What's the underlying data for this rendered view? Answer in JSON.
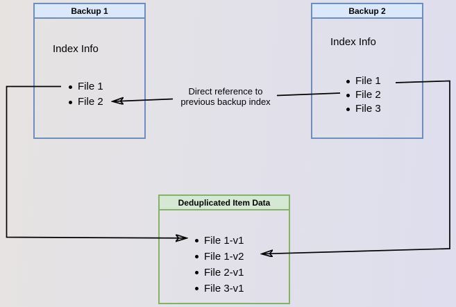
{
  "diagram": {
    "backup1": {
      "title": "Backup 1",
      "subtitle": "Index Info",
      "files": [
        "File 1",
        "File 2"
      ]
    },
    "backup2": {
      "title": "Backup 2",
      "subtitle": "Index Info",
      "files": [
        "File 1",
        "File 2",
        "File 3"
      ]
    },
    "dedup": {
      "title": "Deduplicated Item Data",
      "files": [
        "File 1-v1",
        "File 1-v2",
        "File 2-v1",
        "File 3-v1"
      ]
    },
    "annotation": {
      "line1": "Direct reference to",
      "line2": "previous backup index"
    },
    "colors": {
      "blue_border": "#6c8ebf",
      "blue_fill": "#dae8fc",
      "green_border": "#82b366",
      "green_fill": "#d5e8d4",
      "arrow": "#000000",
      "bg_left": "#e6e3e1",
      "bg_right": "#dedeee"
    }
  }
}
